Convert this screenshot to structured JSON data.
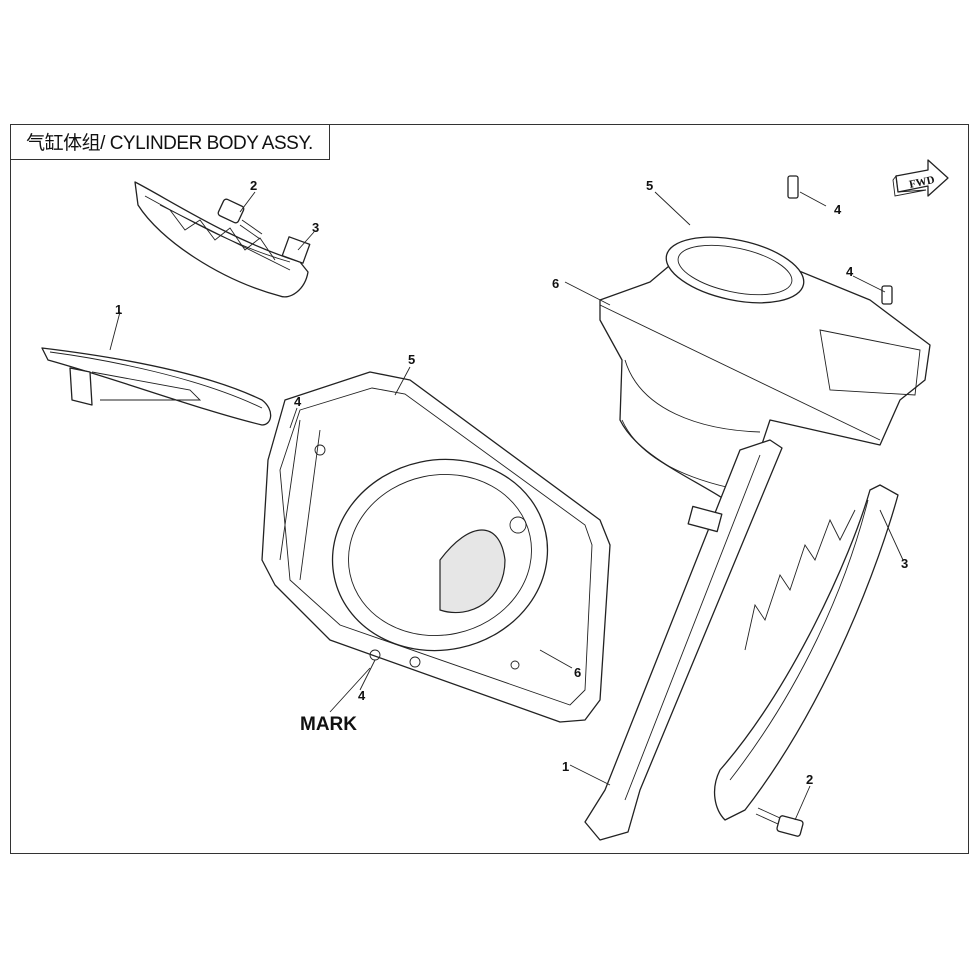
{
  "title": "气缸体组/ CYLINDER BODY ASSY.",
  "fwd_label": "FWD",
  "mark_label": "MARK",
  "callouts": [
    "2",
    "3",
    "1",
    "4",
    "5",
    "6",
    "4",
    "5",
    "4",
    "6",
    "4",
    "3",
    "1",
    "2"
  ]
}
